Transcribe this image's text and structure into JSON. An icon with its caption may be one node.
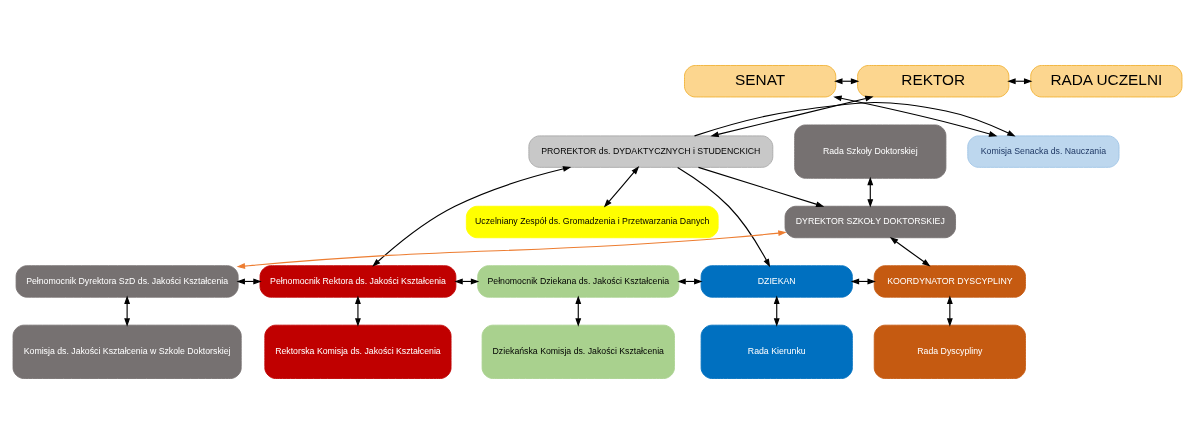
{
  "diagram": {
    "nodes": [
      {
        "text": [
          "SENAT"
        ]
      },
      {
        "text": [
          "REKTOR"
        ]
      },
      {
        "text": [
          "RADA UCZELNI"
        ]
      },
      {
        "text": [
          "Komisja Senacka ds. Nauczania"
        ]
      },
      {
        "text": [
          "PROREKTOR ds. DYDAKTYCZNYCH i STUDENCKICH"
        ]
      },
      {
        "text": [
          "Uczelniany Zespół ds. Gromadzenia i Przetwarzania Danych"
        ]
      },
      {
        "text": [
          "Rada Szkoły Doktorskiej"
        ]
      },
      {
        "text": [
          "DYREKTOR SZKOŁY DOKTORSKIEJ"
        ]
      },
      {
        "text": [
          "Pełnomocnik Dyrektora SzD ds. Jakości Kształcenia"
        ]
      },
      {
        "text": [
          "Pełnomocnik Rektora ds. Jakości Kształcenia"
        ]
      },
      {
        "text": [
          "Pełnomocnik Dziekana ds. Jakości Kształcenia"
        ]
      },
      {
        "text": [
          "DZIEKAN"
        ]
      },
      {
        "text": [
          "KOORDYNATOR DYSCYPLINY"
        ]
      },
      {
        "text": [
          "Komisja ds. Jakości Kształcenia w Szkole Doktorskiej"
        ]
      },
      {
        "text": [
          "Rektorska Komisja ds. Jakości Kształcenia"
        ]
      },
      {
        "text": [
          "Dziekańska Komisja ds. Jakości Kształcenia"
        ]
      },
      {
        "text": [
          "Rada Kierunku"
        ]
      },
      {
        "text": [
          "Rada Dyscypliny"
        ]
      }
    ],
    "edges": [
      {
        "from": 0,
        "to": 1,
        "arrow": "both"
      },
      {
        "from": 1,
        "to": 2,
        "arrow": "both"
      },
      {
        "from": 0,
        "to": 3,
        "arrow": "both"
      },
      {
        "from": 1,
        "to": 4,
        "arrow": "both"
      },
      {
        "from": 4,
        "to": 3,
        "arrow": "to"
      },
      {
        "from": 4,
        "to": 9,
        "arrow": "both"
      },
      {
        "from": 4,
        "to": 5,
        "arrow": "both"
      },
      {
        "from": 4,
        "to": 11,
        "arrow": "to"
      },
      {
        "from": 4,
        "to": 7,
        "arrow": "to"
      },
      {
        "from": 8,
        "to": 7,
        "arrow": "both",
        "color": "#ed7d31"
      },
      {
        "from": 6,
        "to": 7,
        "arrow": "both"
      },
      {
        "from": 7,
        "to": 12,
        "arrow": "both"
      },
      {
        "from": 8,
        "to": 9,
        "arrow": "both"
      },
      {
        "from": 9,
        "to": 10,
        "arrow": "both"
      },
      {
        "from": 10,
        "to": 11,
        "arrow": "both"
      },
      {
        "from": 11,
        "to": 12,
        "arrow": "both"
      },
      {
        "from": 8,
        "to": 13,
        "arrow": "both"
      },
      {
        "from": 9,
        "to": 14,
        "arrow": "both"
      },
      {
        "from": 10,
        "to": 15,
        "arrow": "both"
      },
      {
        "from": 11,
        "to": 16,
        "arrow": "both"
      },
      {
        "from": 12,
        "to": 17,
        "arrow": "both"
      }
    ]
  }
}
